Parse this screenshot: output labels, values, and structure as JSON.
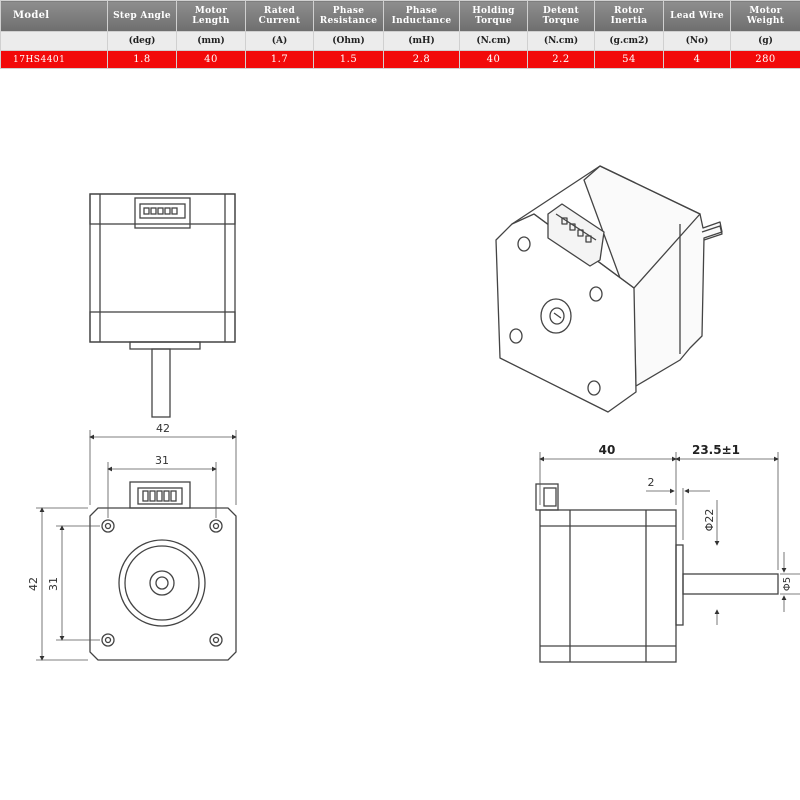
{
  "spec_table": {
    "headers": [
      [
        "Model"
      ],
      [
        "Step Angle"
      ],
      [
        "Motor",
        "Length"
      ],
      [
        "Rated",
        "Current"
      ],
      [
        "Phase",
        "Resistance"
      ],
      [
        "Phase",
        "Inductance"
      ],
      [
        "Holding",
        "Torque"
      ],
      [
        "Detent",
        "Torque"
      ],
      [
        "Rotor",
        "Inertia"
      ],
      [
        "Lead Wire"
      ],
      [
        "Motor",
        "Weight"
      ]
    ],
    "units": [
      "",
      "(deg)",
      "(mm)",
      "(A)",
      "(Ohm)",
      "(mH)",
      "(N.cm)",
      "(N.cm)",
      "(g.cm2)",
      "(No)",
      "(g)"
    ],
    "row": [
      "17HS4401",
      "1.8",
      "40",
      "1.7",
      "1.5",
      "2.8",
      "40",
      "2.2",
      "54",
      "4",
      "280"
    ],
    "highlight_color": "#f20a0a",
    "header_color": "#7e7e7e"
  },
  "dimensions": {
    "front_width": "42",
    "front_hole_spacing": "31",
    "front_height": "42",
    "front_hole_spacing_vertical": "31",
    "side_body_length": "40",
    "side_shaft_length": "23.5±1",
    "side_boss_depth": "2",
    "side_boss_diameter": "Φ22",
    "side_shaft_diameter": "Φ5"
  },
  "icons": [
    "motor-top-view-drawing",
    "motor-isometric-drawing",
    "motor-front-view-drawing",
    "motor-side-view-drawing"
  ]
}
